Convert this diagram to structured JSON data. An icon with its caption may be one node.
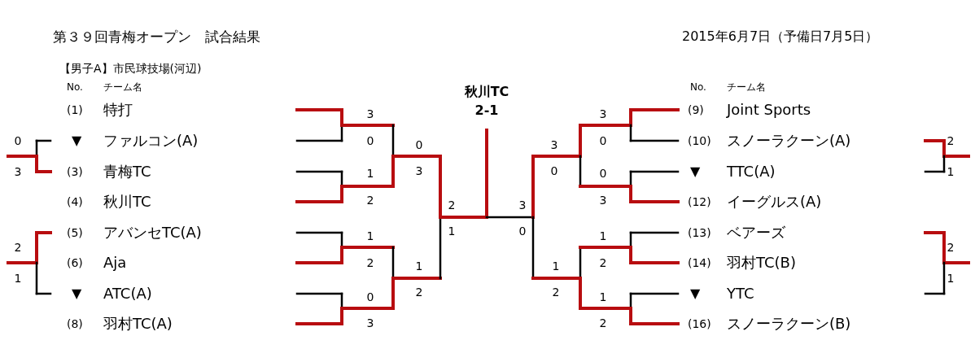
{
  "diagram": {
    "title": "第３９回青梅オープン　試合結果",
    "labels": [
      "2015年6月7日（予備日7月5日）",
      "【男子A】市民球技場(河辺)",
      "No.",
      "チーム名",
      "秋川TC",
      "No.",
      "チーム名",
      "(1)",
      "特打",
      "2-1",
      "(9)",
      "Joint Sports",
      "3",
      "3",
      "0",
      "▼",
      "ファルコン(A)",
      "0",
      "0",
      "(10)",
      "スノーラクーン(A)",
      "2",
      "0",
      "3",
      "3",
      "(3)",
      "青梅TC",
      "1",
      "3",
      "0",
      "0",
      "▼",
      "TTC(A)",
      "1",
      "(4)",
      "秋川TC",
      "2",
      "2",
      "3",
      "3",
      "(12)",
      "イーグルス(A)",
      "(5)",
      "アバンセTC(A)",
      "1",
      "1",
      "0",
      "1",
      "(13)",
      "ベアーズ",
      "2",
      "2",
      "(6)",
      "Aja",
      "2",
      "1",
      "1",
      "2",
      "(14)",
      "羽村TC(B)",
      "1",
      "1",
      "▼",
      "ATC(A)",
      "0",
      "2",
      "2",
      "1",
      "▼",
      "YTC",
      "(8)",
      "羽村TC(A)",
      "3",
      "2",
      "(16)",
      "スノーラクーン(B)"
    ]
  }
}
